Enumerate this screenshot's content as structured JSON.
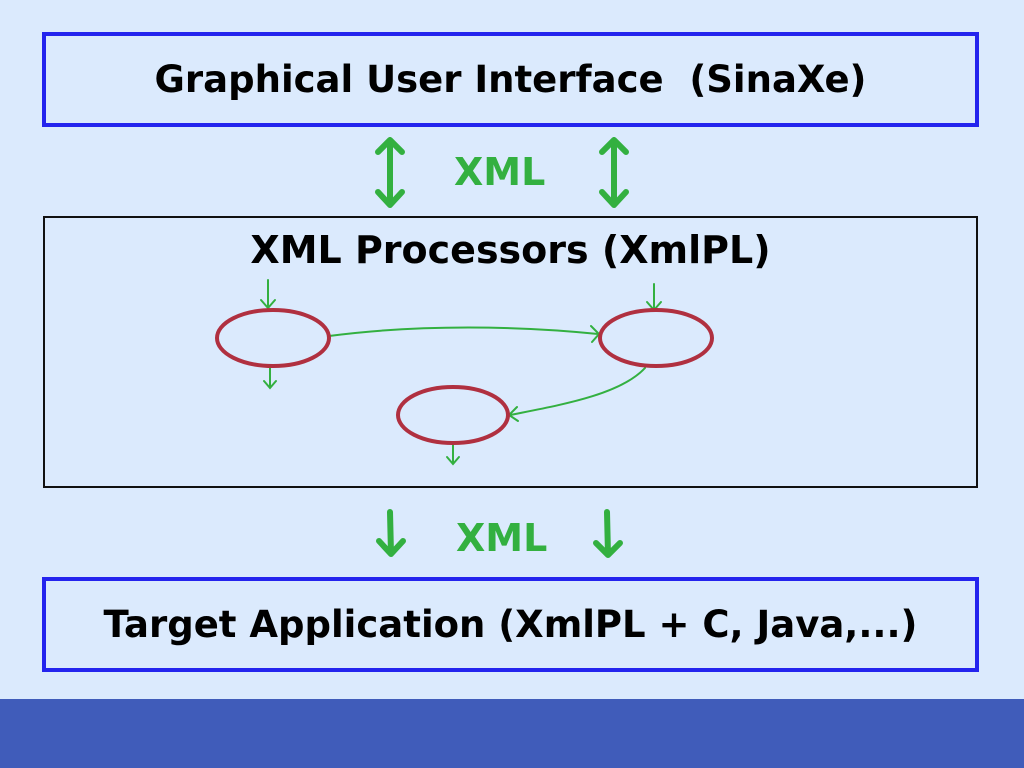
{
  "gui": {
    "title": "Graphical User Interface  (SinaXe)"
  },
  "xml_top": "XML",
  "processors": {
    "title": "XML Processors (XmlPL)"
  },
  "xml_bottom": "XML",
  "target": {
    "title": "Target Application (XmlPL + C, Java,...)"
  },
  "colors": {
    "background": "#dbeafd",
    "border_blue": "#2424ee",
    "arrow_green": "#33b040",
    "node_red": "#b03040",
    "footer": "#405cba"
  }
}
